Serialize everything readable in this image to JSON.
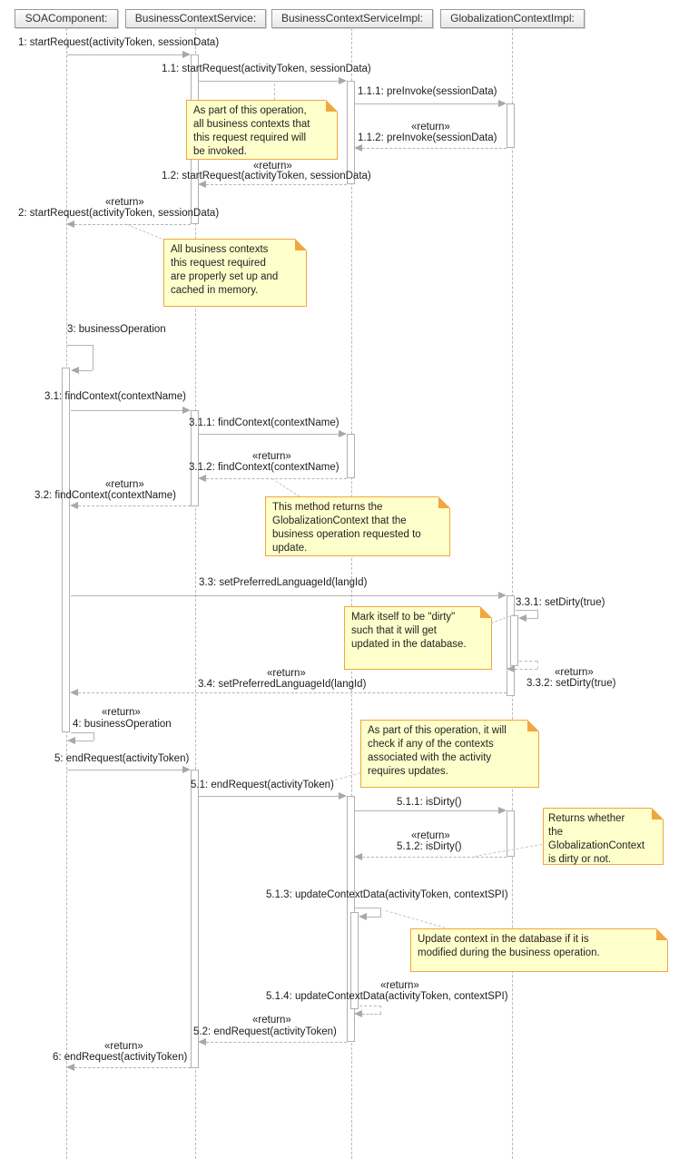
{
  "diagram_type": "uml-sequence-diagram",
  "lifelines": [
    {
      "label": "SOAComponent:"
    },
    {
      "label": "BusinessContextService:"
    },
    {
      "label": "BusinessContextServiceImpl:"
    },
    {
      "label": "GlobalizationContextImpl:"
    }
  ],
  "return_label": "«return»",
  "messages": {
    "m1": "1: startRequest(activityToken, sessionData)",
    "m1_1": "1.1: startRequest(activityToken, sessionData)",
    "m1_1_1": "1.1.1: preInvoke(sessionData)",
    "r1_1_2": "1.1.2: preInvoke(sessionData)",
    "r1_2": "1.2: startRequest(activityToken, sessionData)",
    "r2": "2: startRequest(activityToken, sessionData)",
    "m3": "3: businessOperation",
    "m3_1": "3.1: findContext(contextName)",
    "m3_1_1": "3.1.1: findContext(contextName)",
    "r3_1_2": "3.1.2: findContext(contextName)",
    "r3_2": "3.2: findContext(contextName)",
    "m3_3": "3.3: setPreferredLanguageId(langId)",
    "m3_3_1": "3.3.1: setDirty(true)",
    "r3_3_2": "3.3.2: setDirty(true)",
    "r3_4": "3.4: setPreferredLanguageId(langId)",
    "r4": "4: businessOperation",
    "m5": "5: endRequest(activityToken)",
    "m5_1": "5.1: endRequest(activityToken)",
    "m5_1_1": "5.1.1: isDirty()",
    "r5_1_2": "5.1.2: isDirty()",
    "m5_1_3": "5.1.3: updateContextData(activityToken, contextSPI)",
    "r5_1_4": "5.1.4: updateContextData(activityToken, contextSPI)",
    "r5_2": "5.2: endRequest(activityToken)",
    "r6": "6: endRequest(activityToken)"
  },
  "notes": {
    "n1": "As part of this operation,\nall business contexts that\nthis request required will\nbe invoked.",
    "n2": "All business contexts\nthis request required\nare properly set up and\ncached in memory.",
    "n3": "This method returns the\nGlobalizationContext that the\nbusiness operation requested to\nupdate.",
    "n4": "Mark itself to be \"dirty\"\nsuch that it will get\nupdated in the database.",
    "n5": "As part of this operation, it will\ncheck if any of the contexts\nassociated with the activity\nrequires updates.",
    "n6": "Returns whether\nthe\nGlobalizationContext\nis dirty or not.",
    "n7": "Update context in the database if it is\nmodified during the business operation."
  },
  "colors": {
    "note_fill": "#ffffcc",
    "note_border": "#f0a73f",
    "line_gray": "#b4b4b4",
    "header_border": "#9a9a9a"
  }
}
